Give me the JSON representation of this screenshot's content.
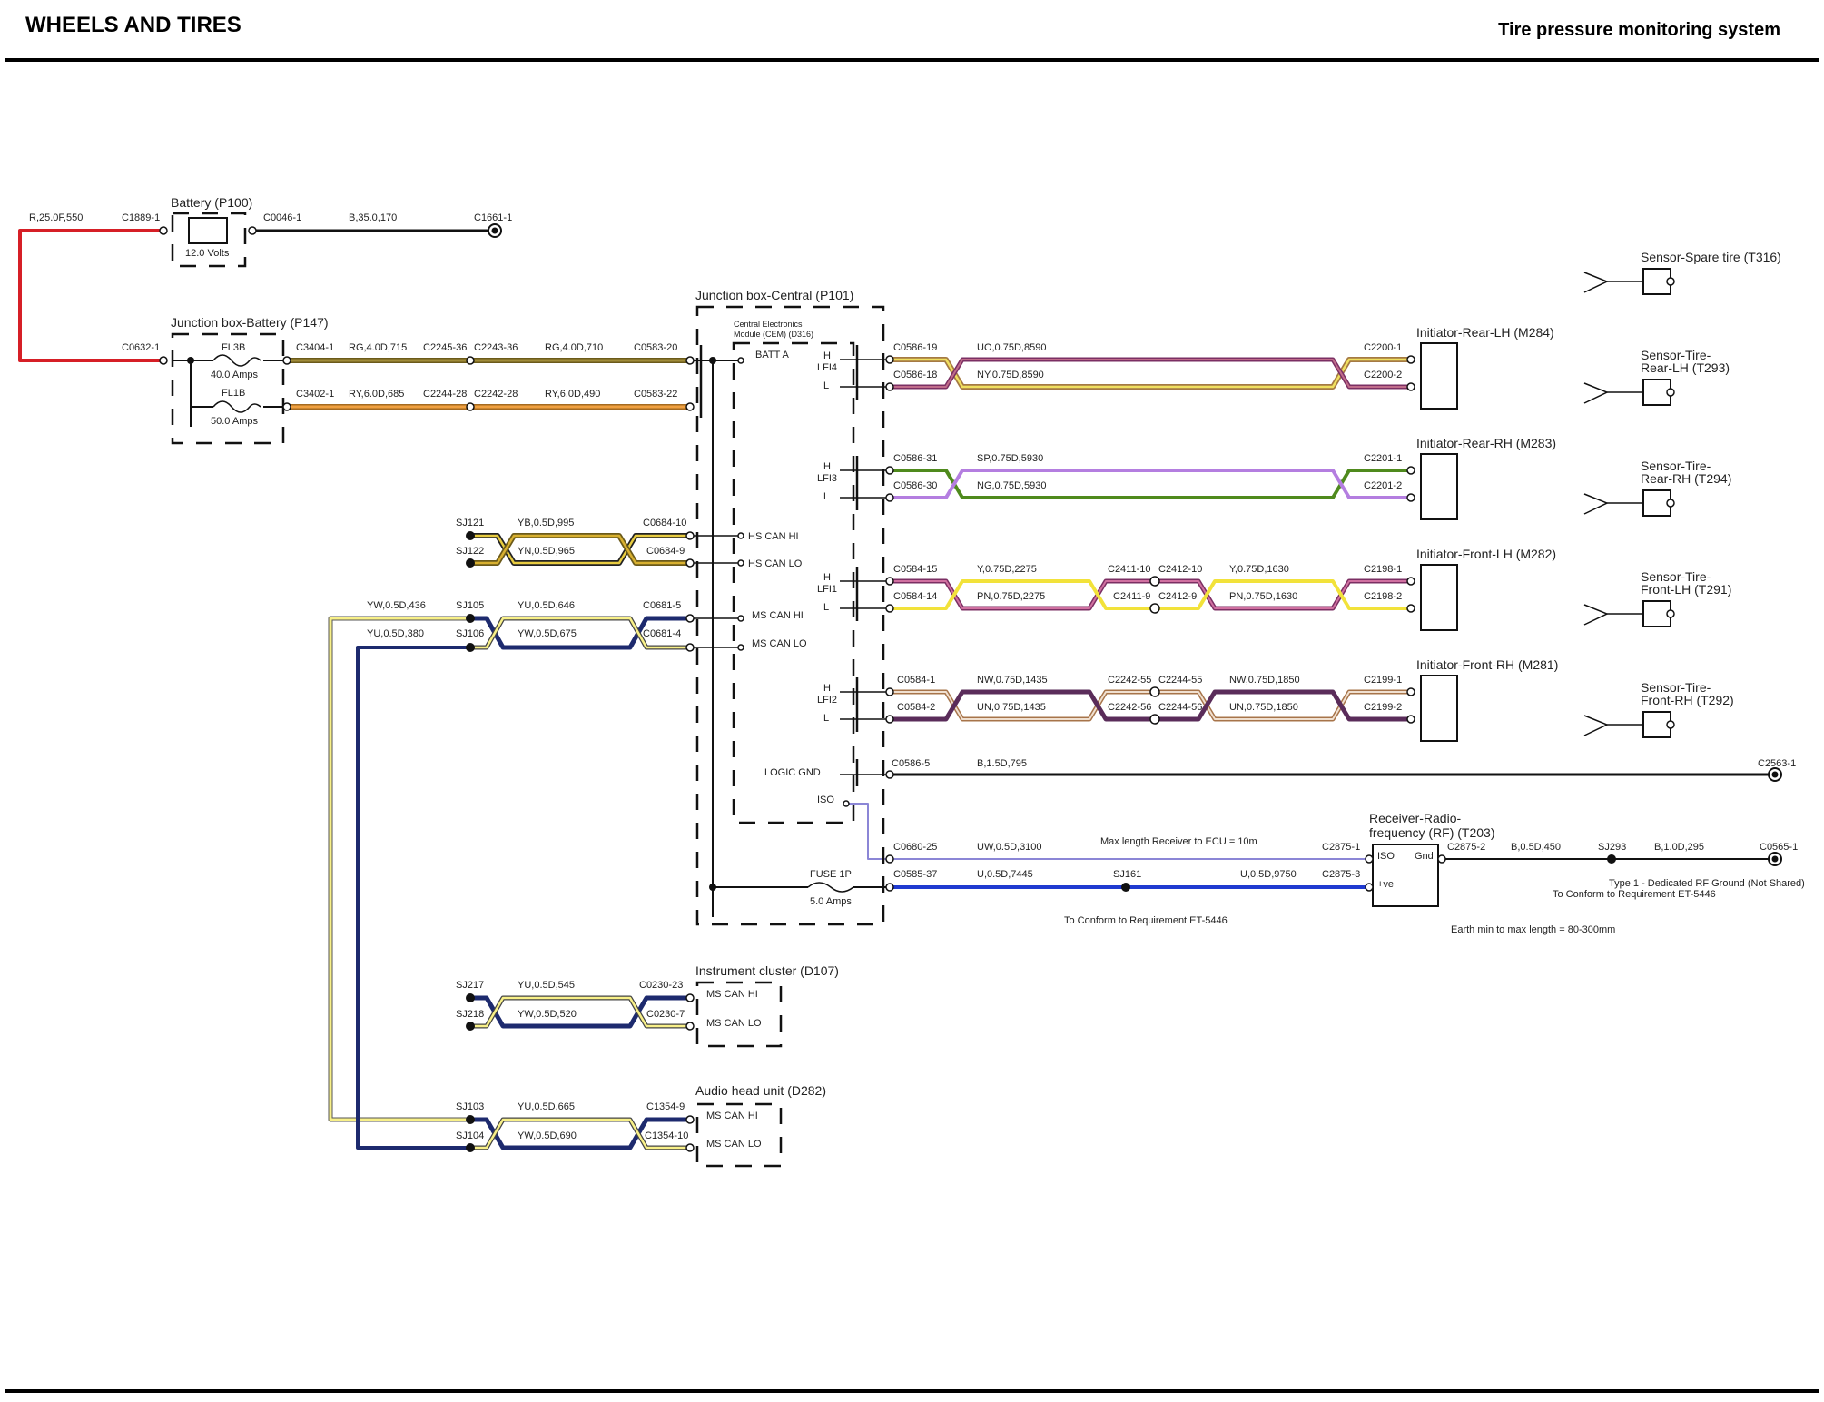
{
  "header": {
    "section": "WHEELS AND TIRES",
    "system": "Tire pressure monitoring system"
  },
  "components": {
    "battery": "Battery (P100)",
    "battery_volts": "12.0 Volts",
    "jb_battery": "Junction box-Battery (P147)",
    "fl3b": "FL3B",
    "fl3b_amps": "40.0 Amps",
    "fl1b": "FL1B",
    "fl1b_amps": "50.0 Amps",
    "jb_central": "Junction box-Central (P101)",
    "cem": "Central Electronics",
    "cem2": "Module (CEM) (D316)",
    "fuse1p": "FUSE 1P",
    "fuse1p_amps": "5.0 Amps",
    "ic": "Instrument cluster (D107)",
    "ahu": "Audio head unit (D282)",
    "init_rlh": "Initiator-Rear-LH (M284)",
    "init_rrh": "Initiator-Rear-RH (M283)",
    "init_flh": "Initiator-Front-LH (M282)",
    "init_frh": "Initiator-Front-RH (M281)",
    "rf1": "Receiver-Radio-",
    "rf2": "frequency (RF) (T203)",
    "s_spare": "Sensor-Spare tire (T316)",
    "s_rlh1": "Sensor-Tire-",
    "s_rlh2": "Rear-LH (T293)",
    "s_rrh1": "Sensor-Tire-",
    "s_rrh2": "Rear-RH (T294)",
    "s_flh1": "Sensor-Tire-",
    "s_flh2": "Front-LH (T291)",
    "s_frh1": "Sensor-Tire-",
    "s_frh2": "Front-RH (T292)"
  },
  "pins": {
    "batt_a": "BATT A",
    "hs_can_hi": "HS CAN HI",
    "hs_can_lo": "HS CAN LO",
    "ms_can_hi": "MS CAN HI",
    "ms_can_lo": "MS CAN LO",
    "logic_gnd": "LOGIC GND",
    "iso": "ISO",
    "lfi4": "LFI4",
    "lfi3": "LFI3",
    "lfi1": "LFI1",
    "lfi2": "LFI2",
    "h": "H",
    "l": "L",
    "rf_iso": "ISO",
    "rf_gnd": "Gnd",
    "rf_ve": "+ve"
  },
  "connectors": {
    "c1889": "C1889-1",
    "c0046": "C0046-1",
    "c1661": "C1661-1",
    "c0632": "C0632-1",
    "c3404": "C3404-1",
    "c2245": "C2245-36",
    "c2243": "C2243-36",
    "c0583_20": "C0583-20",
    "c3402": "C3402-1",
    "c2244_28": "C2244-28",
    "c2242_28": "C2242-28",
    "c0583_22": "C0583-22",
    "c0684_10": "C0684-10",
    "c0684_9": "C0684-9",
    "c0681_5": "C0681-5",
    "c0681_4": "C0681-4",
    "c0586_19": "C0586-19",
    "c0586_18": "C0586-18",
    "c2200_1": "C2200-1",
    "c2200_2": "C2200-2",
    "c0586_31": "C0586-31",
    "c0586_30": "C0586-30",
    "c2201_1": "C2201-1",
    "c2201_2": "C2201-2",
    "c0584_15": "C0584-15",
    "c0584_14": "C0584-14",
    "c2411_10": "C2411-10",
    "c2412_10": "C2412-10",
    "c2411_9": "C2411-9",
    "c2412_9": "C2412-9",
    "c2198_1": "C2198-1",
    "c2198_2": "C2198-2",
    "c0584_1": "C0584-1",
    "c0584_2": "C0584-2",
    "c2242_55": "C2242-55",
    "c2244_55": "C2244-55",
    "c2242_56": "C2242-56",
    "c2244_56": "C2244-56",
    "c2199_1": "C2199-1",
    "c2199_2": "C2199-2",
    "c0586_5": "C0586-5",
    "c2563": "C2563-1",
    "c0680_25": "C0680-25",
    "c2875_1": "C2875-1",
    "c0585_37": "C0585-37",
    "c2875_3": "C2875-3",
    "c2875_2": "C2875-2",
    "c0565": "C0565-1",
    "c0230_23": "C0230-23",
    "c0230_7": "C0230-7",
    "c1354_9": "C1354-9",
    "c1354_10": "C1354-10"
  },
  "splices": {
    "sj121": "SJ121",
    "sj122": "SJ122",
    "sj105": "SJ105",
    "sj106": "SJ106",
    "sj217": "SJ217",
    "sj218": "SJ218",
    "sj103": "SJ103",
    "sj104": "SJ104",
    "sj161": "SJ161",
    "sj293": "SJ293"
  },
  "wires": {
    "w_r25": "R,25.0F,550",
    "w_b35": "B,35.0,170",
    "w_rg715": "RG,4.0D,715",
    "w_rg710": "RG,4.0D,710",
    "w_ry685": "RY,6.0D,685",
    "w_ry490": "RY,6.0D,490",
    "w_yb995": "YB,0.5D,995",
    "w_yn965": "YN,0.5D,965",
    "w_yw436": "YW,0.5D,436",
    "w_yu380": "YU,0.5D,380",
    "w_yu646": "YU,0.5D,646",
    "w_yw675": "YW,0.5D,675",
    "w_uo8590": "UO,0.75D,8590",
    "w_ny8590": "NY,0.75D,8590",
    "w_sp5930": "SP,0.75D,5930",
    "w_ng5930": "NG,0.75D,5930",
    "w_y2275": "Y,0.75D,2275",
    "w_pn2275": "PN,0.75D,2275",
    "w_y1630": "Y,0.75D,1630",
    "w_pn1630": "PN,0.75D,1630",
    "w_nw1435": "NW,0.75D,1435",
    "w_un1435": "UN,0.75D,1435",
    "w_nw1850": "NW,0.75D,1850",
    "w_un1850": "UN,0.75D,1850",
    "w_b795": "B,1.5D,795",
    "w_uw3100": "UW,0.5D,3100",
    "w_u7445": "U,0.5D,7445",
    "w_u9750": "U,0.5D,9750",
    "w_b450": "B,0.5D,450",
    "w_b295": "B,1.0D,295",
    "w_yu545": "YU,0.5D,545",
    "w_yw520": "YW,0.5D,520",
    "w_yu665": "YU,0.5D,665",
    "w_yw690": "YW,0.5D,690"
  },
  "notes": {
    "max_len": "Max length Receiver to ECU = 10m",
    "conform1": "To Conform to Requirement ET-5446",
    "type1": "Type 1 - Dedicated RF Ground (Not Shared)",
    "conform2": "To Conform to Requirement ET-5446",
    "earth": "Earth min to max length  = 80-300mm"
  },
  "colors": {
    "red": "#d61f26",
    "black": "#111111",
    "olive": "#8a7a2a",
    "orange": "#e8902a",
    "yellow": "#f2e23a",
    "navy": "#1d2a6e",
    "purple": "#7b2f63",
    "olivegreen": "#7d7a22",
    "violet": "#b47ee0",
    "green": "#4f8a1d",
    "pink": "#c0608a",
    "blue": "#1f3ad0",
    "lilac": "#8b86d6",
    "brown": "#a7744a"
  }
}
